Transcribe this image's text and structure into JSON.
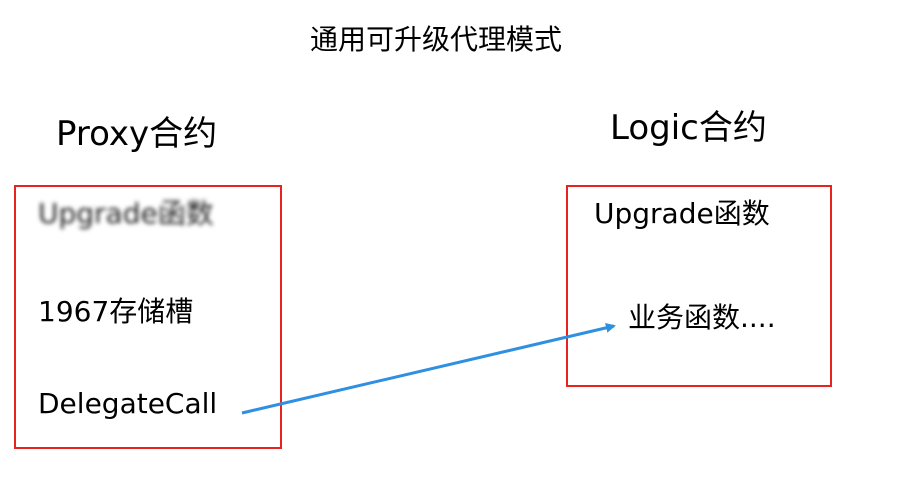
{
  "title": "通用可升级代理模式",
  "proxy": {
    "label": "Proxy合约",
    "items": [
      "Upgrade函数",
      "1967存储槽",
      "DelegateCall"
    ]
  },
  "logic": {
    "label": "Logic合约",
    "items": [
      "Upgrade函数",
      "业务函数...."
    ]
  },
  "colors": {
    "box_border": "#e8231f",
    "arrow": "#2f8fe0",
    "text": "#000000"
  }
}
